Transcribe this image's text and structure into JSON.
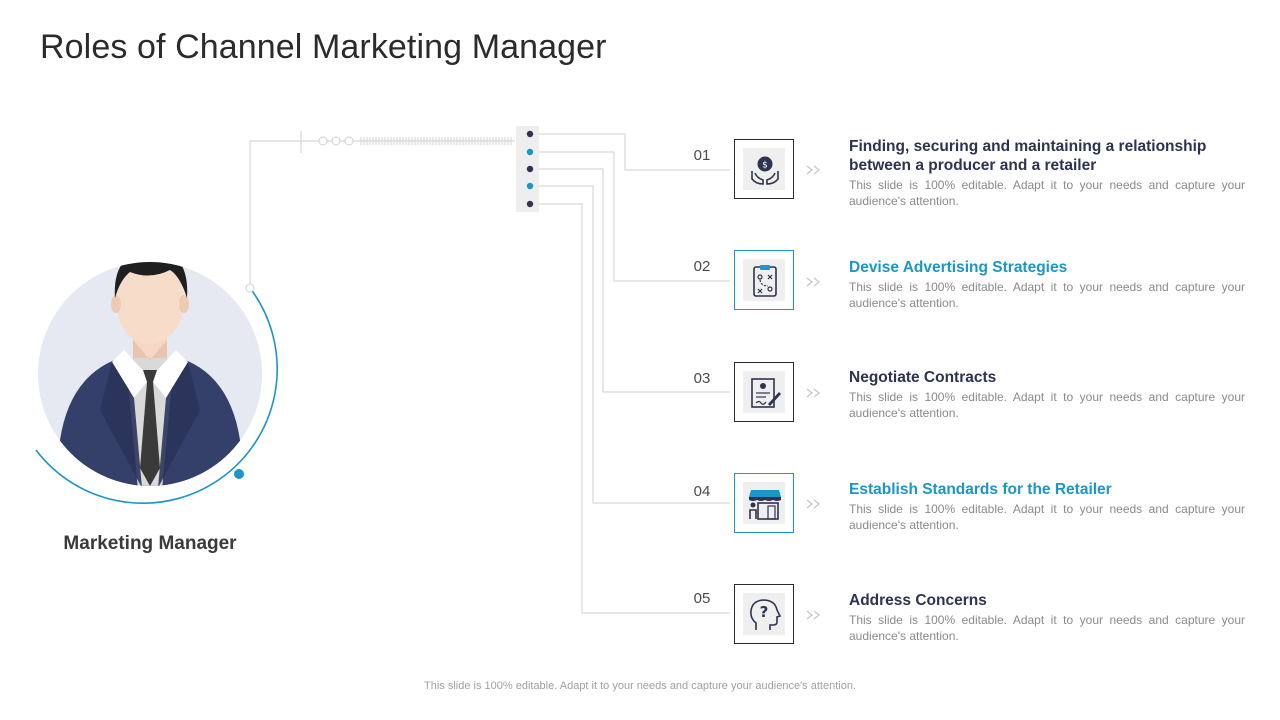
{
  "slide": {
    "title": "Roles of Channel Marketing Manager",
    "person_label": "Marketing Manager",
    "footer": "This slide is 100% editable. Adapt it to your needs and capture your audience's attention."
  },
  "colors": {
    "accent": "#1c95c8",
    "navy": "#2d3350",
    "suit": "#34406a"
  },
  "items": [
    {
      "number": "01",
      "title": "Finding, securing and maintaining a relationship between a producer and a retailer",
      "description": "This slide is 100% editable. Adapt it to your needs and capture your audience's attention.",
      "icon": "hands-coin-icon",
      "accent": false
    },
    {
      "number": "02",
      "title": "Devise Advertising Strategies",
      "description": "This slide is 100% editable. Adapt it to your needs and capture your audience's attention.",
      "icon": "strategy-clipboard-icon",
      "accent": true
    },
    {
      "number": "03",
      "title": "Negotiate Contracts",
      "description": "This slide is 100% editable. Adapt it to your needs and capture your audience's attention.",
      "icon": "contract-signing-icon",
      "accent": false
    },
    {
      "number": "04",
      "title": "Establish Standards for the Retailer",
      "description": "This slide is 100% editable. Adapt it to your needs and capture your audience's attention.",
      "icon": "retail-store-icon",
      "accent": true
    },
    {
      "number": "05",
      "title": "Address Concerns",
      "description": "This slide is 100% editable. Adapt it to your needs and capture your audience's attention.",
      "icon": "head-question-icon",
      "accent": false
    }
  ]
}
